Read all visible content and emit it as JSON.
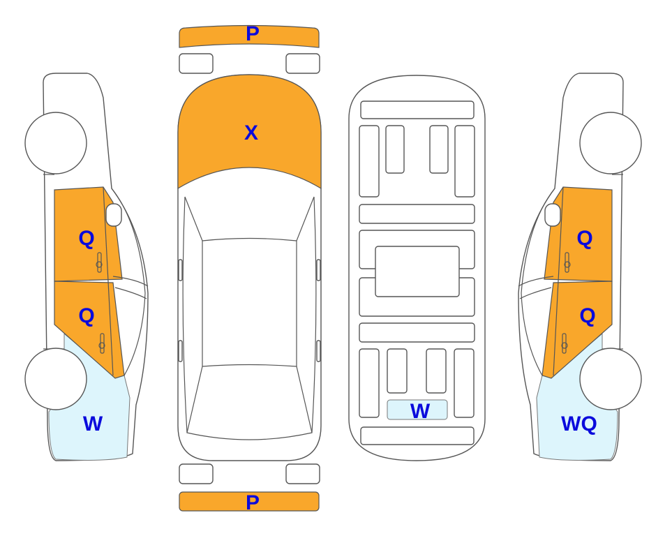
{
  "colors": {
    "damage_orange": "#F9A72B",
    "damage_light_blue": "#DDF5FC",
    "label_blue": "#0A0ADC"
  },
  "left_side": {
    "front_door_label": "Q",
    "rear_door_label": "Q",
    "rear_quarter_label": "W"
  },
  "top_view": {
    "front_bumper_label": "P",
    "hood_label": "X",
    "rear_bumper_label": "P"
  },
  "bottom_view": {
    "rear_panel_label": "W"
  },
  "right_side": {
    "front_door_label": "Q",
    "rear_door_label": "Q",
    "rear_quarter_label": "WQ"
  }
}
